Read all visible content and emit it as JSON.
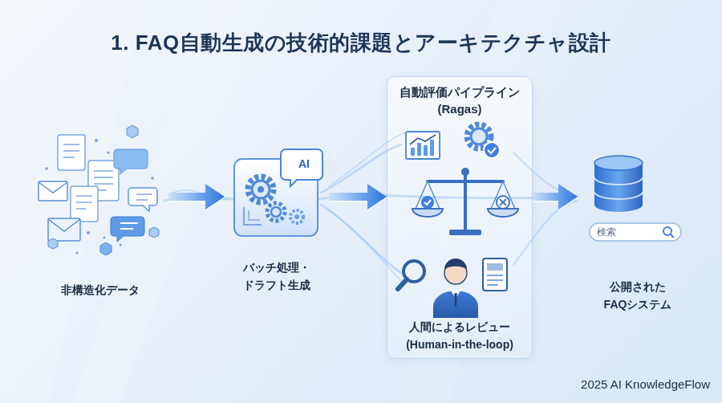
{
  "diagram": {
    "title": "1. FAQ自動生成の技術的課題とアーキテクチャ設計",
    "nodes": [
      {
        "text": [
          "非構造化データ"
        ]
      },
      {
        "text": [
          "バッチ処理・ ドラフト生成"
        ]
      },
      {
        "text": [
          "自動評価パイプライン (Ragas)"
        ]
      },
      {
        "text": [
          "人間によるレビュー (Human-in-the-loop)"
        ],
        "in": 2
      },
      {
        "text": [
          "公開された FAQシステム"
        ]
      }
    ],
    "edges": [
      {
        "from": 0,
        "to": 1,
        "arrow": "to"
      },
      {
        "from": 1,
        "to": 2,
        "arrow": "to"
      },
      {
        "from": 2,
        "to": 4,
        "arrow": "to"
      }
    ],
    "labels": [
      "AI",
      "検索",
      "2025 AI KnowledgeFlow"
    ]
  }
}
